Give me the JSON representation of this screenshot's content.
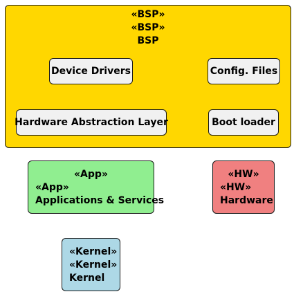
{
  "colors": {
    "bsp": "#FFD700",
    "app": "#90EE90",
    "hw": "#F08080",
    "kernel": "#ADD8E6",
    "component": "#F1F1F1",
    "border": "#181818"
  },
  "bsp": {
    "stereotype_1": "«BSP»",
    "stereotype_2": "«BSP»",
    "name": "BSP",
    "components": {
      "device_drivers": "Device Drivers",
      "config_files": "Config. Files",
      "hal": "Hardware Abstraction Layer",
      "boot_loader": "Boot loader"
    }
  },
  "app": {
    "stereotype_1": "«App»",
    "stereotype_2": "«App»",
    "name": "Applications & Services"
  },
  "hw": {
    "stereotype_1": "«HW»",
    "stereotype_2": "«HW»",
    "name": "Hardware"
  },
  "kernel": {
    "stereotype_1": "«Kernel»",
    "stereotype_2": "«Kernel»",
    "name": "Kernel"
  }
}
